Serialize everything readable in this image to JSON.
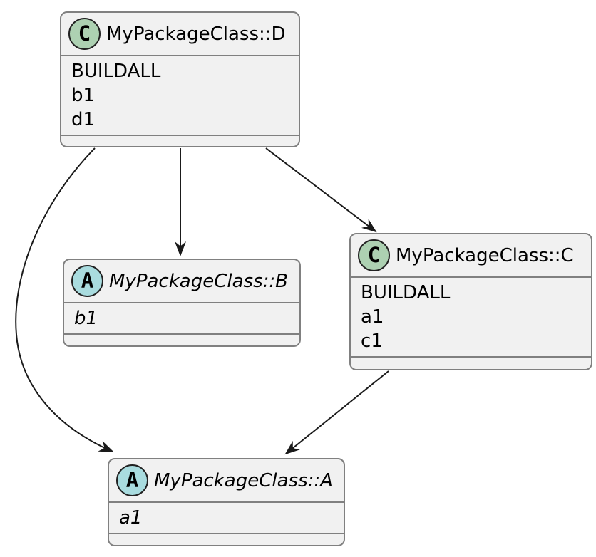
{
  "diagram": {
    "type": "uml-class-diagram",
    "classes": [
      {
        "name": "MyPackageClass::D",
        "badge": "C",
        "kind": "class",
        "members": [
          "BUILDALL",
          "b1",
          "d1"
        ]
      },
      {
        "name": "MyPackageClass::B",
        "badge": "A",
        "kind": "abstract",
        "members": [
          "b1"
        ]
      },
      {
        "name": "MyPackageClass::C",
        "badge": "C",
        "kind": "class",
        "members": [
          "BUILDALL",
          "a1",
          "c1"
        ]
      },
      {
        "name": "MyPackageClass::A",
        "badge": "A",
        "kind": "abstract",
        "members": [
          "a1"
        ]
      }
    ],
    "edges": [
      {
        "from": "MyPackageClass::D",
        "to": "MyPackageClass::B",
        "style": "solid-arrow"
      },
      {
        "from": "MyPackageClass::D",
        "to": "MyPackageClass::C",
        "style": "solid-arrow"
      },
      {
        "from": "MyPackageClass::D",
        "to": "MyPackageClass::A",
        "style": "solid-arrow-curved"
      },
      {
        "from": "MyPackageClass::C",
        "to": "MyPackageClass::A",
        "style": "solid-arrow"
      }
    ],
    "colors": {
      "badge-class-fill": "#ADD1B2",
      "badge-abstract-fill": "#A9DCDF",
      "badge-border": "#222222",
      "box-fill": "#F1F1F1",
      "box-border": "#808080",
      "edge-color": "#1A1A1A",
      "text-color": "#000000",
      "background": "#FFFFFF"
    }
  }
}
